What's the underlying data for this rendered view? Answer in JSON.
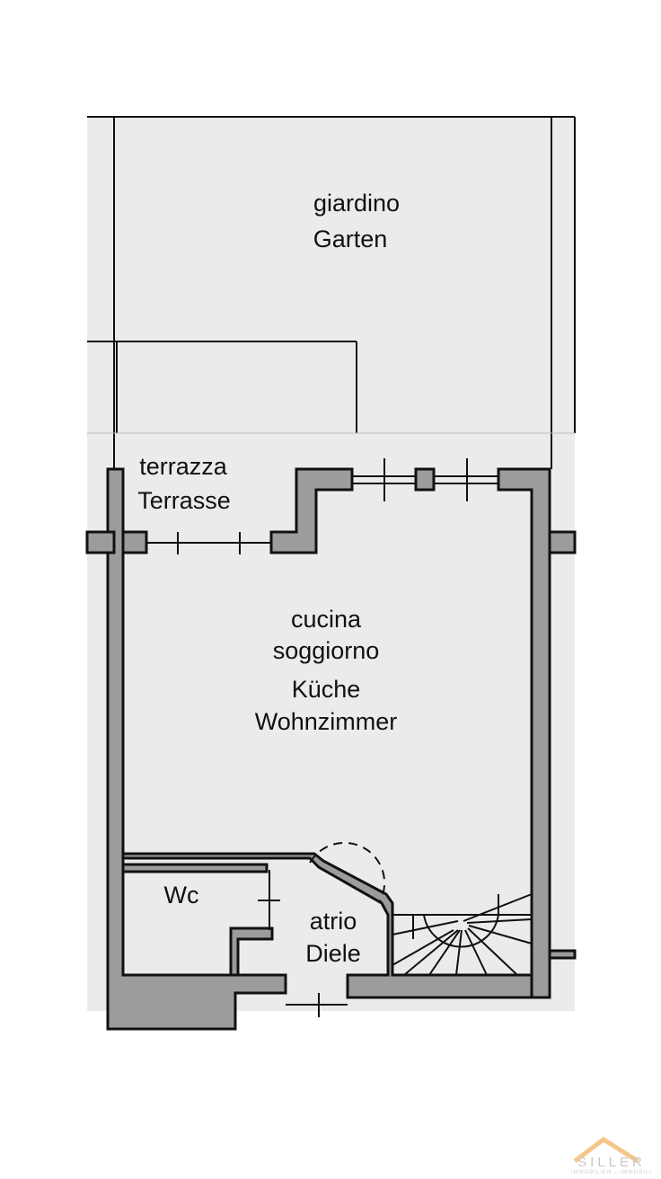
{
  "rooms": {
    "garden": [
      "giardino",
      "Garten"
    ],
    "terrace": [
      "terrazza",
      "Terrasse"
    ],
    "living": [
      "cucina",
      "soggiorno",
      "Küche",
      "Wohnzimmer"
    ],
    "wc": "Wc",
    "hall": [
      "atrio",
      "Diele"
    ]
  },
  "logo": {
    "name": "SILLER",
    "subtitle": "IMMOBILIEN – IMMOBILI",
    "color": "#f5c68a"
  },
  "colors": {
    "floor": "#ebebeb",
    "wall": "#9c9c9c"
  }
}
